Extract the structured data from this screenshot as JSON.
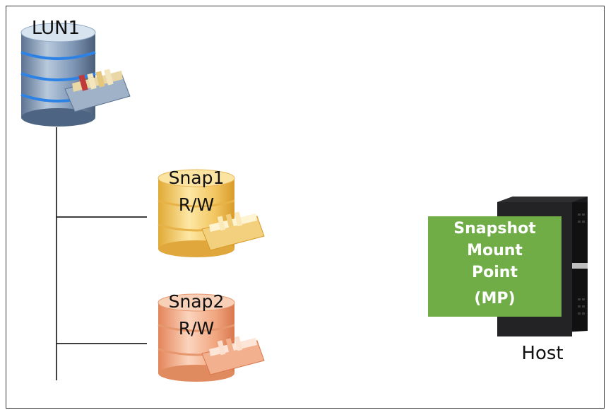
{
  "lun": {
    "label": "LUN1",
    "icon": "database-icon",
    "color": "#7f9fc4"
  },
  "snapshots": [
    {
      "name": "Snap1",
      "access": "R/W",
      "icon": "database-icon",
      "color": "#f2c15c"
    },
    {
      "name": "Snap2",
      "access": "R/W",
      "icon": "database-icon",
      "color": "#f0a47a"
    }
  ],
  "host": {
    "label": "Host",
    "icon": "tower-pc-icon",
    "mount_point": {
      "line1": "Snapshot",
      "line2": "Mount",
      "line3": "Point",
      "abbr": "(MP)",
      "color": "#70ad47"
    }
  }
}
